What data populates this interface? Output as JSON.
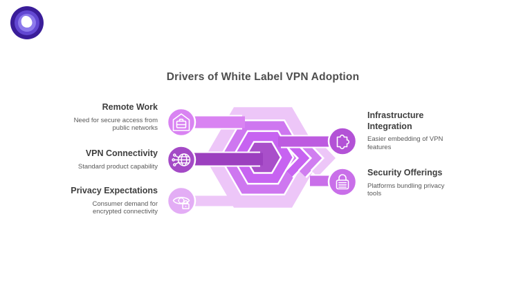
{
  "header": {
    "title": "Drivers of White Label VPN Adoption"
  },
  "items": {
    "left": [
      {
        "heading": "Remote Work",
        "description": "Need for secure access from public networks",
        "icon": "home-briefcase-icon"
      },
      {
        "heading": "VPN Connectivity",
        "description": "Standard product capability",
        "icon": "globe-network-icon"
      },
      {
        "heading": "Privacy Expectations",
        "description": "Consumer demand for encrypted connectivity",
        "icon": "eye-lock-icon"
      }
    ],
    "right": [
      {
        "heading": "Infrastructure Integration",
        "description": "Easier embedding of VPN features",
        "icon": "puzzle-piece-icon"
      },
      {
        "heading": "Security Offerings",
        "description": "Platforms bundling privacy tools",
        "icon": "lock-server-icon"
      }
    ]
  },
  "colors": {
    "lavender": "#edc6f8",
    "medium_purple": "#ce77f0",
    "bright_purple": "#c763f1",
    "deep_purple": "#a94fca",
    "dark_bar": "#9c40bf",
    "remote_accent": "#d983f2",
    "vpn_accent": "#a44ac6",
    "privacy_accent": "#e3adf5",
    "infra_accent": "#b352d6",
    "infra_bar": "#bd5be0",
    "security_accent": "#c96fe9",
    "chevron_mid": "#d07ef0",
    "title_text": "#4e4e4e",
    "heading_text": "#3e3e3e",
    "body_text": "#585858",
    "logo_outer": "#3a1d99",
    "logo_mid": "#6247d2",
    "logo_inner": "#8d7aec"
  }
}
